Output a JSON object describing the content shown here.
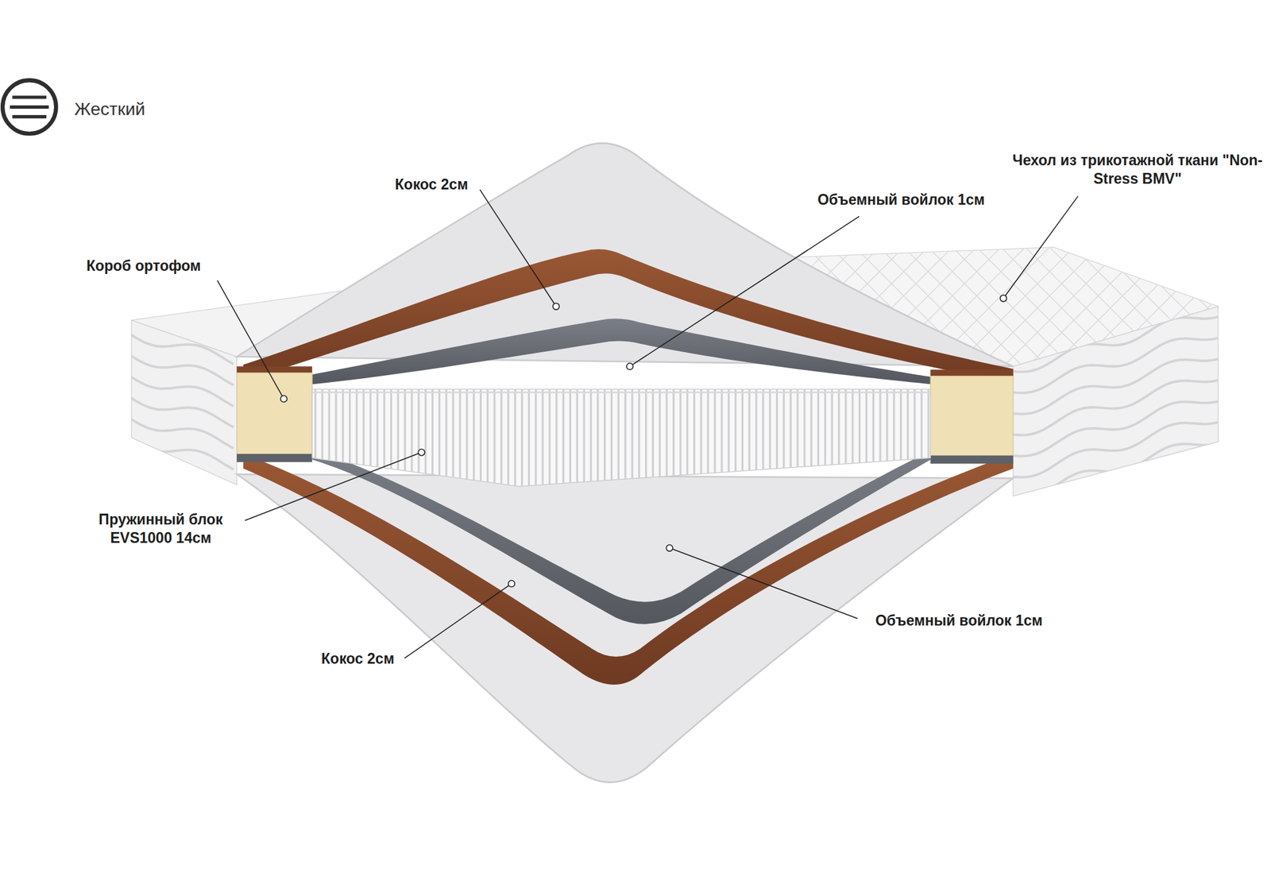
{
  "diagram": {
    "labels": [
      "Жесткий",
      "Кокос 2см",
      "Объемный войлок 1см",
      "Чехол из трикотажной ткани \"Non-Stress BMV\"",
      "Короб ортофом",
      "Пружинный блок EVS1000 14см",
      "Объемный войлок 1см",
      "Кокос 2см"
    ]
  }
}
